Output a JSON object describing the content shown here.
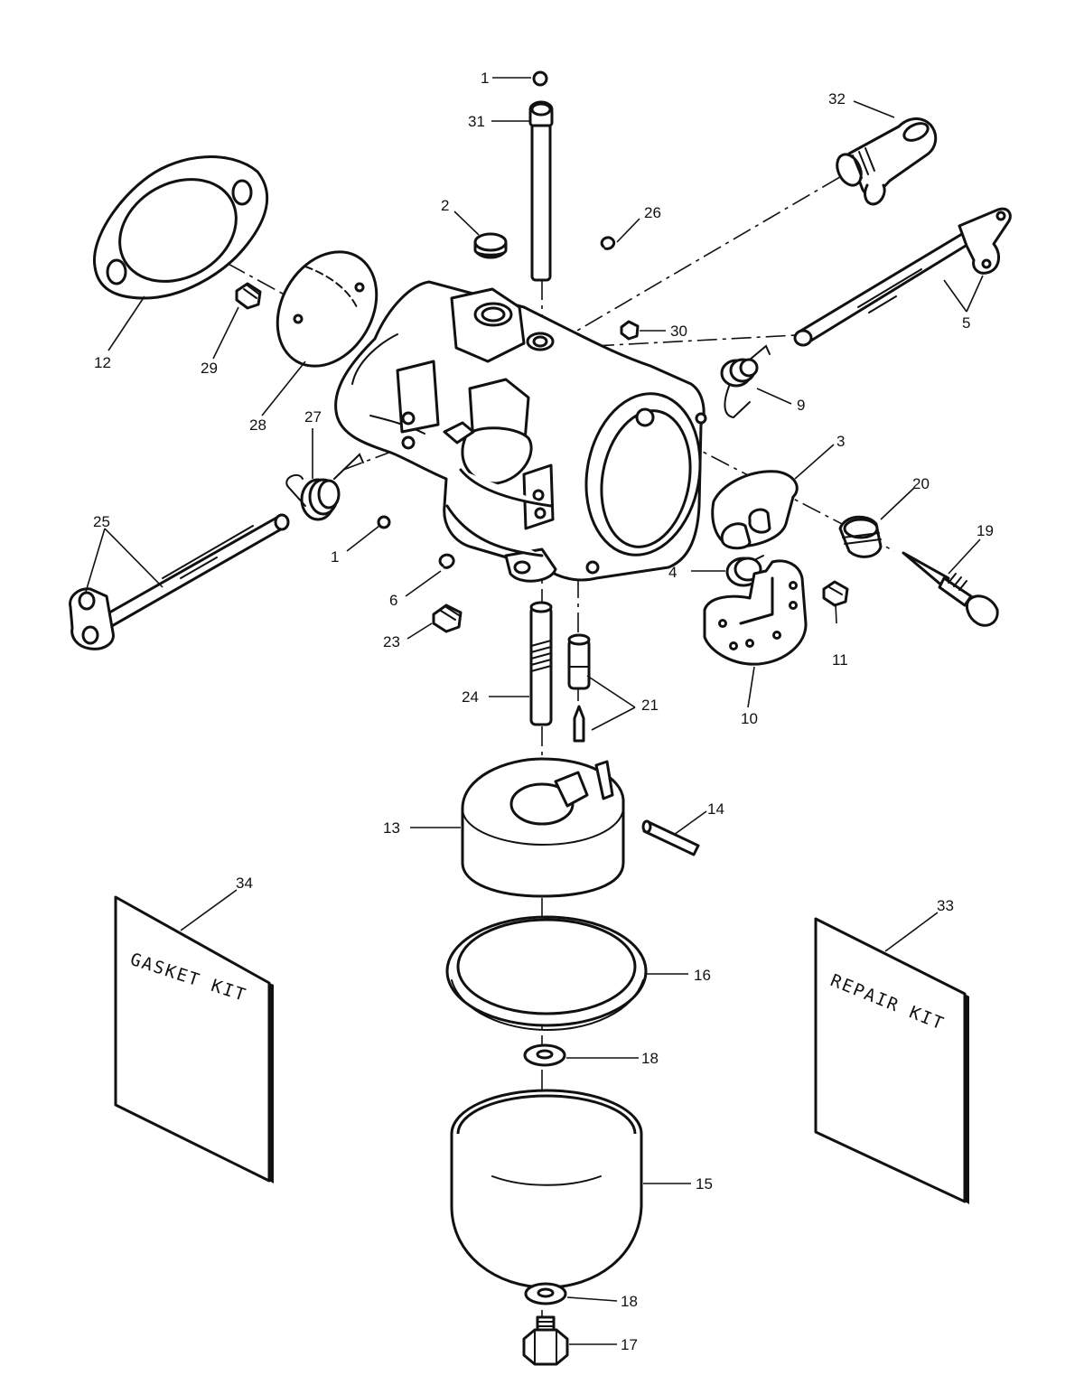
{
  "callouts": {
    "c1a": "1",
    "c1b": "1",
    "c2": "2",
    "c3": "3",
    "c4": "4",
    "c5": "5",
    "c6": "6",
    "c9": "9",
    "c10": "10",
    "c11": "11",
    "c12": "12",
    "c13": "13",
    "c14": "14",
    "c15": "15",
    "c16": "16",
    "c17": "17",
    "c18a": "18",
    "c18b": "18",
    "c19": "19",
    "c20": "20",
    "c21": "21",
    "c23": "23",
    "c24": "24",
    "c25": "25",
    "c26": "26",
    "c27": "27",
    "c28": "28",
    "c29": "29",
    "c30": "30",
    "c31": "31",
    "c32": "32",
    "c33": "33",
    "c34": "34"
  },
  "kits": {
    "gasket_line1": "GASKET KIT",
    "repair_line1": "REPAIR KIT"
  }
}
